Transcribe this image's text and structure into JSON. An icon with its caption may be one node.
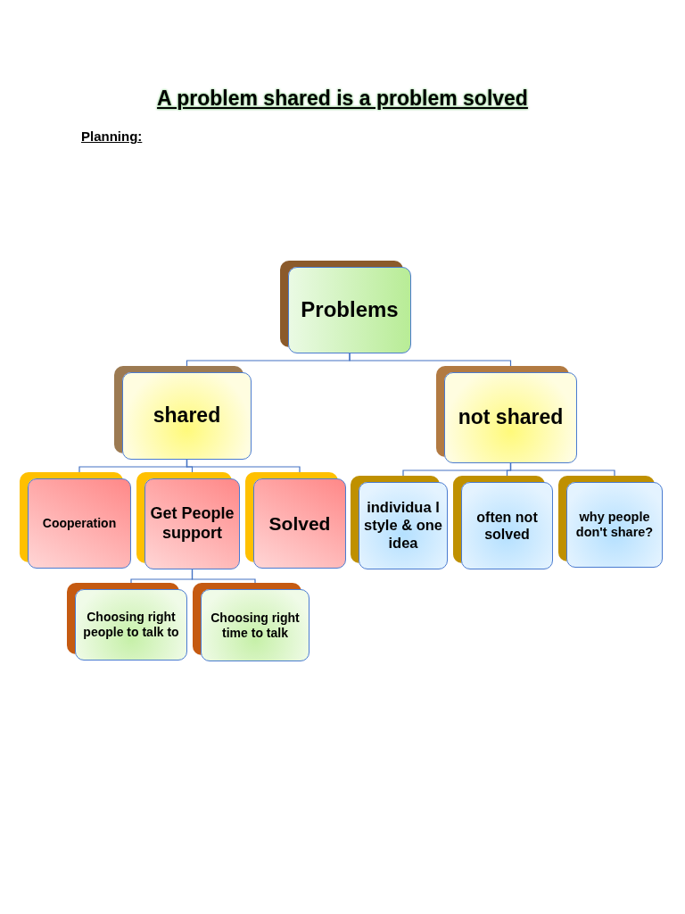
{
  "diagram": {
    "title": "A problem shared is a problem solved",
    "nodes": [
      {
        "text": [
          "Problems"
        ]
      },
      {
        "text": [
          "shared"
        ]
      },
      {
        "text": [
          "not shared"
        ]
      },
      {
        "text": [
          "Cooperation"
        ]
      },
      {
        "text": [
          "Get People support"
        ]
      },
      {
        "text": [
          "Solved"
        ]
      },
      {
        "text": [
          "individua l style & one idea"
        ]
      },
      {
        "text": [
          "often not solved"
        ]
      },
      {
        "text": [
          "why people don't share?"
        ]
      },
      {
        "text": [
          "Choosing right people to talk to"
        ]
      },
      {
        "text": [
          "Choosing right time to talk"
        ]
      }
    ],
    "edges": [
      {
        "from": 0,
        "to": 1,
        "arrow": "none"
      },
      {
        "from": 0,
        "to": 2,
        "arrow": "none"
      },
      {
        "from": 1,
        "to": 3,
        "arrow": "none"
      },
      {
        "from": 1,
        "to": 4,
        "arrow": "none"
      },
      {
        "from": 1,
        "to": 5,
        "arrow": "none"
      },
      {
        "from": 2,
        "to": 6,
        "arrow": "none"
      },
      {
        "from": 2,
        "to": 7,
        "arrow": "none"
      },
      {
        "from": 2,
        "to": 8,
        "arrow": "none"
      },
      {
        "from": 4,
        "to": 9,
        "arrow": "none"
      },
      {
        "from": 4,
        "to": 10,
        "arrow": "none"
      }
    ],
    "labels": [
      "Planning:"
    ]
  }
}
